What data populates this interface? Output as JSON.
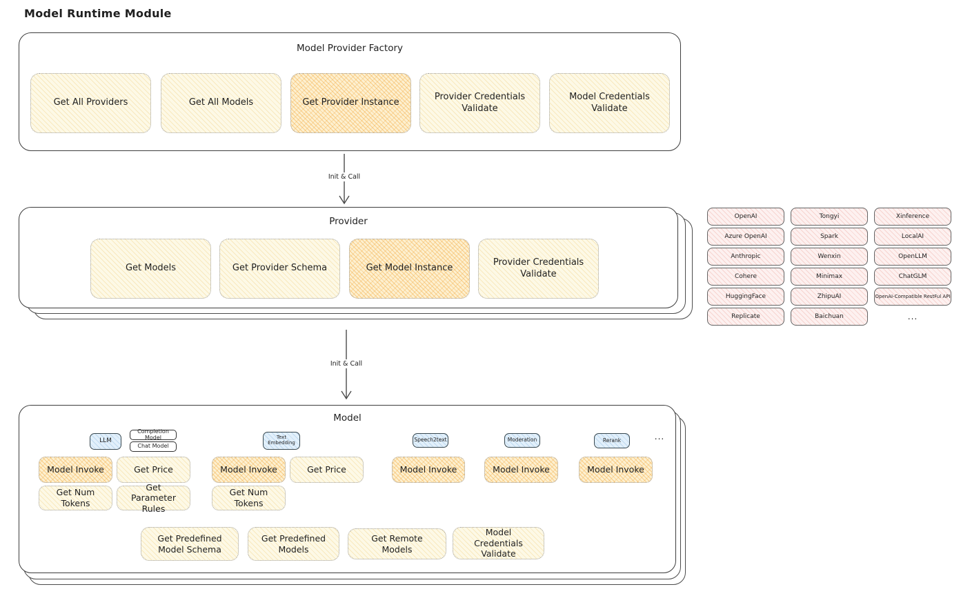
{
  "page_title": "Model Runtime Module",
  "factory": {
    "title": "Model Provider Factory",
    "buttons": [
      {
        "label": "Get All Providers",
        "highlighted": false
      },
      {
        "label": "Get All Models",
        "highlighted": false
      },
      {
        "label": "Get Provider Instance",
        "highlighted": true
      },
      {
        "label": "Provider Credentials Validate",
        "highlighted": false
      },
      {
        "label": "Model Credentials Validate",
        "highlighted": false
      }
    ]
  },
  "arrow1": {
    "label": "Init & Call"
  },
  "arrow2": {
    "label": "Init & Call"
  },
  "provider": {
    "title": "Provider",
    "buttons": [
      {
        "label": "Get Models",
        "highlighted": false
      },
      {
        "label": "Get Provider Schema",
        "highlighted": false
      },
      {
        "label": "Get Model Instance",
        "highlighted": true
      },
      {
        "label": "Provider Credentials Validate",
        "highlighted": false
      }
    ]
  },
  "providers_grid": {
    "items": [
      "OpenAI",
      "Tongyi",
      "Xinference",
      "Azure OpenAI",
      "Spark",
      "LocalAI",
      "Anthropic",
      "Wenxin",
      "OpenLLM",
      "Cohere",
      "Minimax",
      "ChatGLM",
      "HuggingFace",
      "ZhipuAI",
      "OpenAI-Compatible RestFul API",
      "Replicate",
      "Baichuan"
    ],
    "more_label": "..."
  },
  "model": {
    "title": "Model",
    "tags": {
      "llm": "LLM",
      "completion_model": "Completion Model",
      "chat_model": "Chat Model",
      "text_embedding": "Text Embedding",
      "speech2text": "Speech2text",
      "moderation": "Moderation",
      "rerank": "Rerank",
      "more": "..."
    },
    "llm_buttons": [
      "Model Invoke",
      "Get Price",
      "Get Num Tokens",
      "Get Parameter Rules"
    ],
    "text_embedding_buttons": [
      "Model Invoke",
      "Get Price",
      "Get Num Tokens"
    ],
    "speech2text_buttons": [
      "Model Invoke"
    ],
    "moderation_buttons": [
      "Model Invoke"
    ],
    "rerank_buttons": [
      "Model Invoke"
    ],
    "bottom_buttons": [
      "Get Predefined Model Schema",
      "Get Predefined Models",
      "Get Remote Models",
      "Model Credentials Validate"
    ]
  },
  "colors": {
    "stroke": "#3c3c3c",
    "yellow_fill": "#fdf9e6",
    "highlight_fill": "#fdf0d0",
    "pink_fill": "#fdf1f0",
    "blue_fill": "#e2f0fb"
  }
}
